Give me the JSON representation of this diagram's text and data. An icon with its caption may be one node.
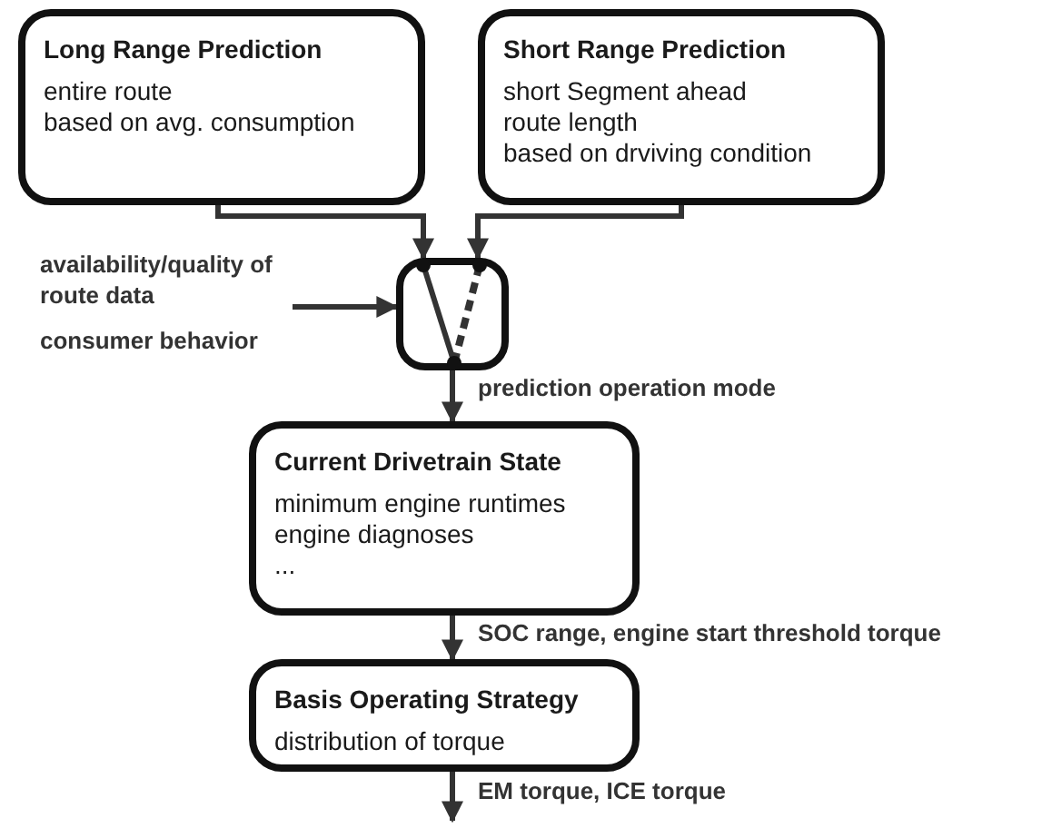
{
  "diagram": {
    "nodes": [
      {
        "text": [
          "Long Range Prediction",
          "entire route",
          "based on avg. consumption"
        ]
      },
      {
        "text": [
          "Short Range Prediction",
          "short Segment ahead",
          "route length",
          "based on drviving condition"
        ]
      },
      {
        "text": [],
        "shape": "box"
      },
      {
        "text": [
          "availability/quality of route data",
          "consumer behavior"
        ]
      },
      {
        "text": [
          "Current Drivetrain State",
          "minimum engine runtimes",
          "engine diagnoses",
          "..."
        ]
      },
      {
        "text": [
          "Basis Operating Strategy",
          "distribution of torque"
        ]
      }
    ],
    "edges": [
      {
        "from": 0,
        "to": 2,
        "arrow": "to"
      },
      {
        "from": 1,
        "to": 2,
        "arrow": "to"
      },
      {
        "from": 3,
        "to": 2,
        "arrow": "to"
      },
      {
        "from": 2,
        "to": 4,
        "arrow": "to",
        "label": "prediction operation mode"
      },
      {
        "from": 4,
        "to": 5,
        "arrow": "to",
        "label": "SOC range, engine start threshold torque"
      },
      {
        "from": 5,
        "to": null,
        "arrow": "to",
        "label": "EM torque, ICE torque"
      }
    ]
  }
}
